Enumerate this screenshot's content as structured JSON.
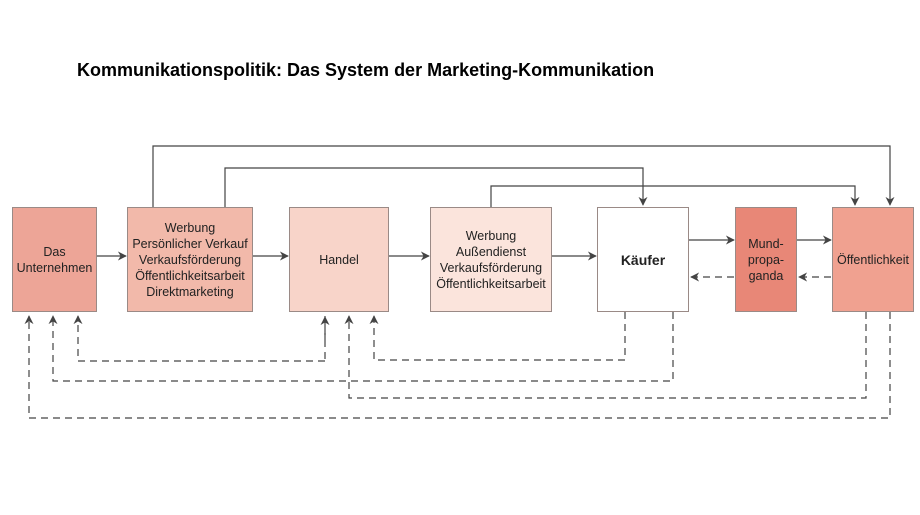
{
  "title": "Kommunikationspolitik: Das System der Marketing-Kommunikation",
  "colors": {
    "unternehmen": "#eda597",
    "instrumente": "#f2b9aa",
    "handel": "#f8d4c9",
    "kanal2": "#fbe4dc",
    "kaeufer": "#ffffff",
    "mundpropaganda": "#e88777",
    "oeffentlichkeit": "#f0a190",
    "line": "#444444"
  },
  "nodes": {
    "unternehmen": {
      "lines": [
        "Das",
        "Unternehmen"
      ]
    },
    "instrumente": {
      "lines": [
        "Werbung",
        "Persönlicher Verkauf",
        "Verkaufsförderung",
        "Öffentlichkeitsarbeit",
        "Direktmarketing"
      ]
    },
    "handel": {
      "lines": [
        "Handel"
      ]
    },
    "kanal2": {
      "lines": [
        "Werbung",
        "Außendienst",
        "Verkaufsförderung",
        "Öffentlichkeitsarbeit"
      ]
    },
    "kaeufer": {
      "lines": [
        "Käufer"
      ]
    },
    "mundpropaganda": {
      "lines": [
        "Mund-",
        "propa-",
        "ganda"
      ]
    },
    "oeffentlichkeit": {
      "lines": [
        "Öffentlichkeit"
      ]
    }
  }
}
